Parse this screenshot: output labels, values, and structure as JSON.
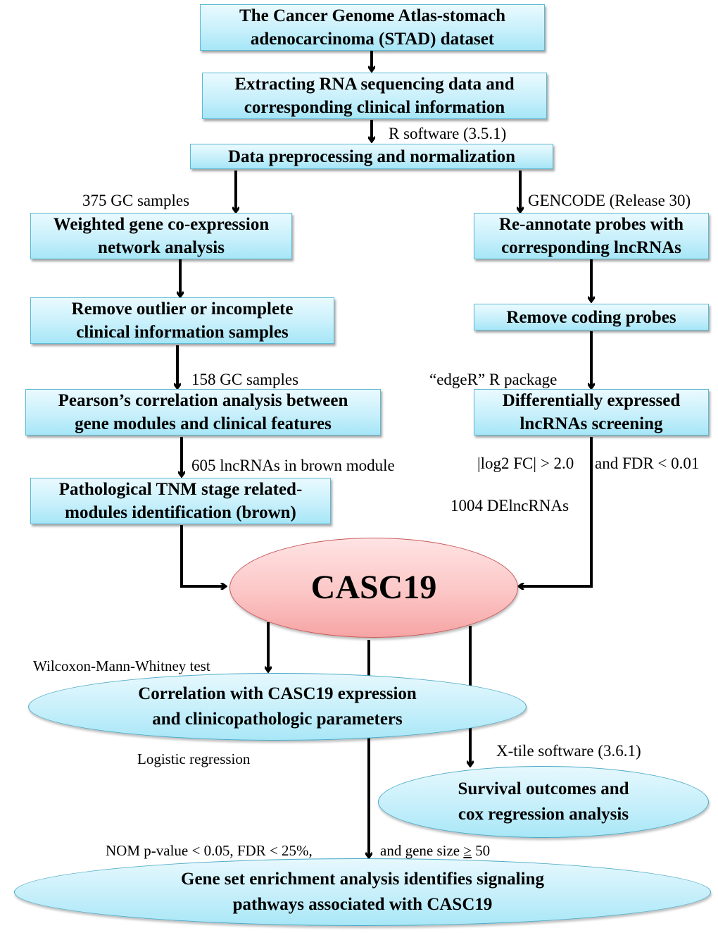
{
  "diagram": {
    "nodes": {
      "tcga": {
        "line1": "The Cancer Genome Atlas-stomach",
        "line2": "adenocarcinoma (STAD) dataset"
      },
      "extract": {
        "line1": "Extracting RNA sequencing data and",
        "line2": "corresponding clinical information"
      },
      "preprocess": {
        "line1": "Data preprocessing and normalization"
      },
      "wgcna": {
        "line1": "Weighted gene co-expression",
        "line2": "network analysis"
      },
      "remove_outlier": {
        "line1": "Remove outlier or incomplete",
        "line2": "clinical information samples"
      },
      "pearson": {
        "line1": "Pearson’s correlation analysis between",
        "line2": "gene modules and clinical  features"
      },
      "pathological": {
        "line1": "Pathological TNM stage related-",
        "line2": "modules identification (brown)"
      },
      "reannotate": {
        "line1": "Re-annotate probes with",
        "line2": "corresponding lncRNAs"
      },
      "remove_coding": {
        "line1": "Remove coding probes"
      },
      "de_screening": {
        "line1": "Differentially expressed",
        "line2": "lncRNAs screening"
      },
      "casc19": {
        "line1": "CASC19"
      },
      "correlation": {
        "line1": "Correlation with CASC19 expression",
        "line2": "and clinicopathologic parameters"
      },
      "survival": {
        "line1": "Survival outcomes and",
        "line2": "cox regression analysis"
      },
      "gsea": {
        "line1": "Gene set enrichment analysis identifies signaling",
        "line2": "pathways associated with CASC19"
      }
    },
    "edge_labels": {
      "r_software": "R software (3.5.1)",
      "gc375": "375 GC samples",
      "gencode": "GENCODE (Release 30)",
      "gc158": "158 GC samples",
      "edger": "“edgeR” R package",
      "lnc605": "605 lncRNAs in brown module",
      "log2fc": "|log2 FC| > 2.0",
      "fdr": "and FDR < 0.01",
      "delnc": "1004 DElncRNAs",
      "wilcoxon": "Wilcoxon-Mann-Whitney test",
      "logistic": "Logistic regression",
      "xtile": "X-tile software (3.6.1)",
      "nom_left": "NOM p-value < 0.05, FDR < 25%,",
      "nom_right_a": "and gene size ",
      "nom_right_ge": "≥",
      "nom_right_b": " 50"
    },
    "colors": {
      "box_fill": "#c8f0fb",
      "box_border": "#5cb9d3",
      "highlight_fill": "#fcc6c6",
      "highlight_border": "#c85a5a",
      "arrow": "#000000"
    }
  }
}
